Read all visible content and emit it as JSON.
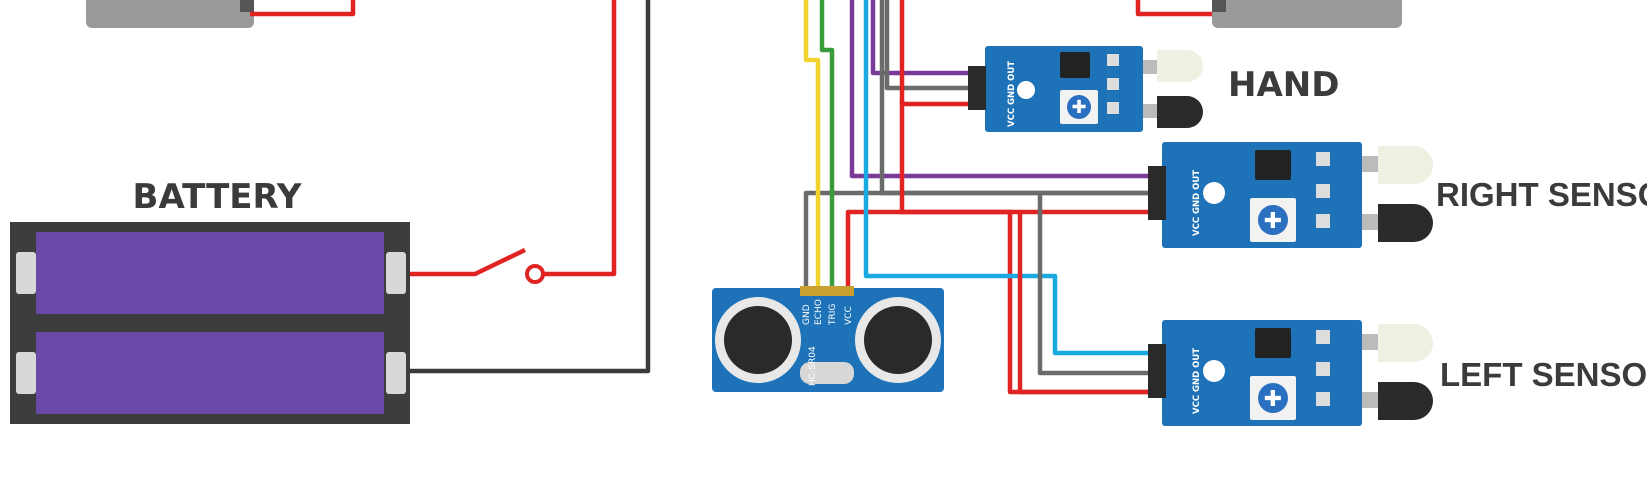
{
  "labels": {
    "battery": "BATTERY",
    "hand": "HAND",
    "right_sensor": "RIGHT SENSOR",
    "left_sensor": "LEFT SENSOR"
  },
  "ir_sensor": {
    "pins": "VCC GND OUT"
  },
  "ultrasonic": {
    "model": "HC-SR04",
    "pins": [
      "GND",
      "ECHO",
      "TRIG",
      "VCC"
    ]
  },
  "colors": {
    "red": "#e02424",
    "black": "#3a3a3a",
    "gray": "#6b6b6b",
    "yellow": "#f2d22e",
    "green": "#3a9b3a",
    "cyan": "#1aa9e0",
    "purple": "#7a3a9a",
    "battery_cell": "#6a4aa8",
    "module_blue": "#1e73b8"
  }
}
